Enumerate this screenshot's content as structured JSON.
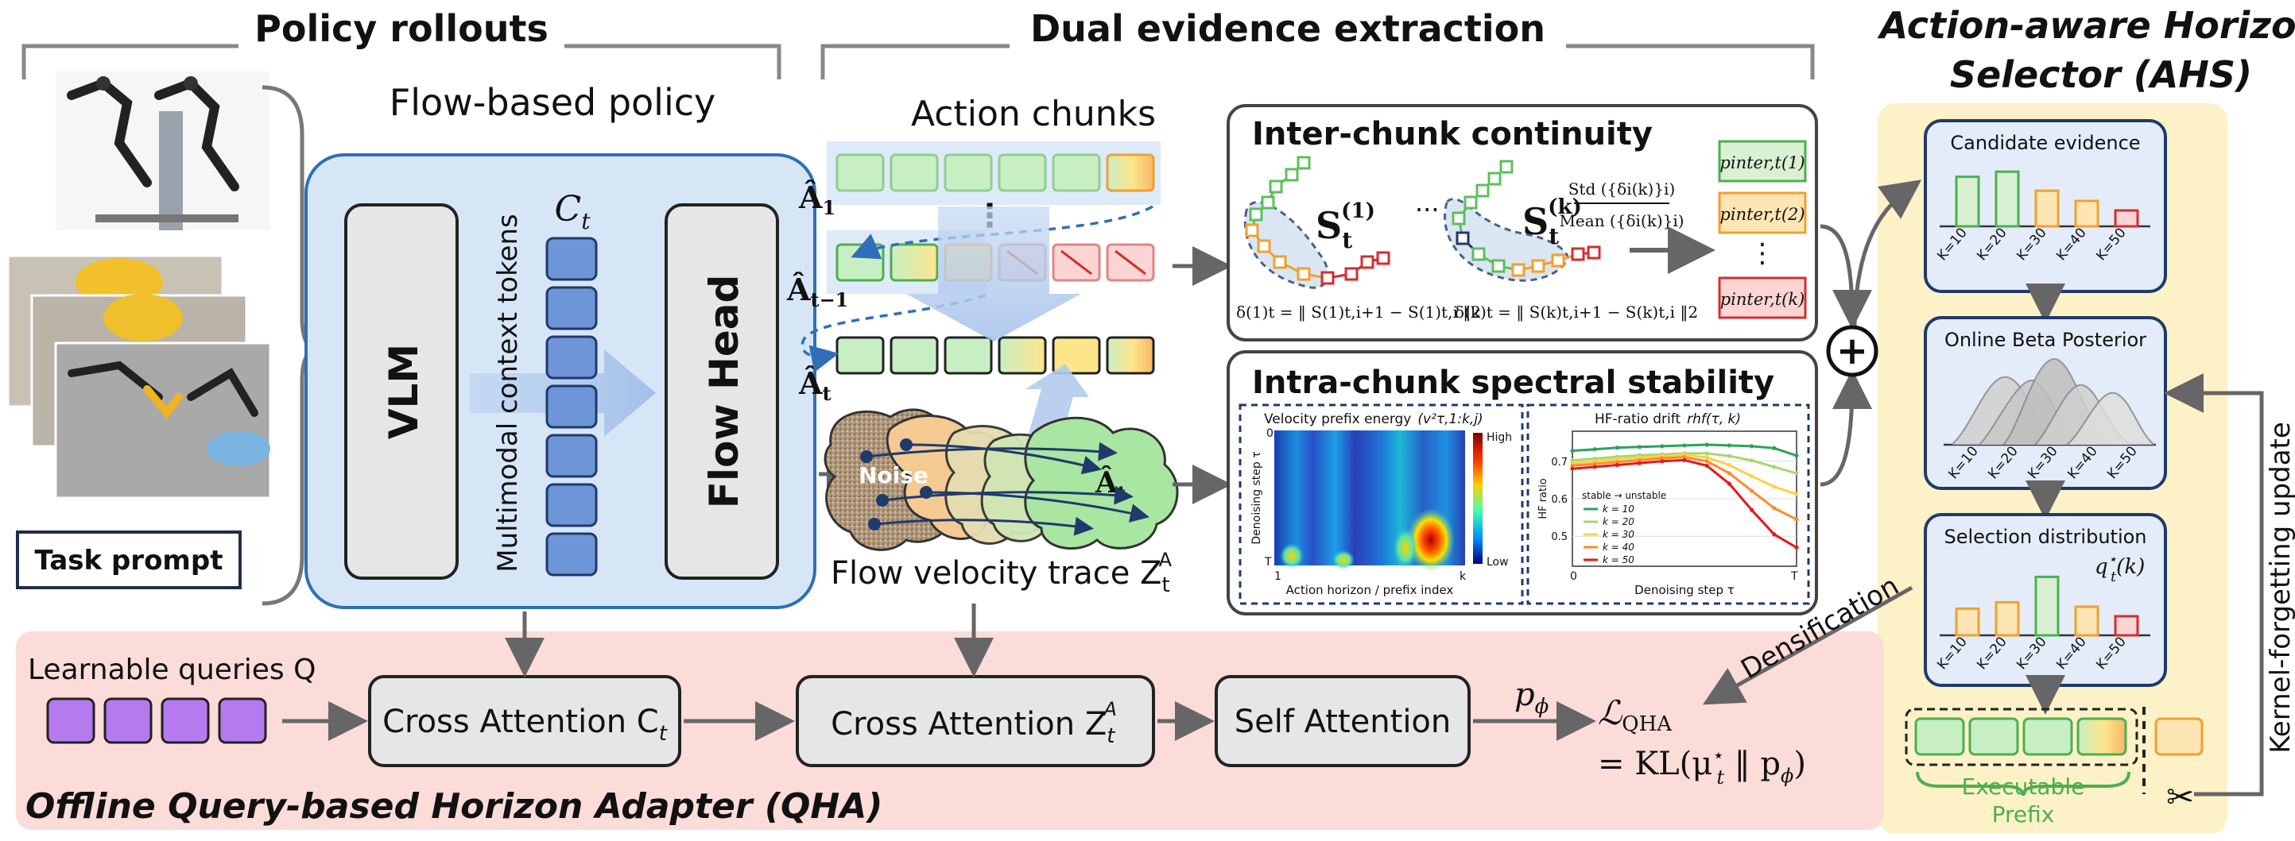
{
  "sections": {
    "policy": "Policy rollouts",
    "dual": "Dual evidence extraction",
    "ahs_line1": "Action-aware Horizon",
    "ahs_line2": "Selector (AHS)",
    "qha": "Offline Query-based Horizon Adapter (QHA)"
  },
  "policy": {
    "flow_based_title": "Flow-based policy",
    "vlm": "VLM",
    "flow_head": "Flow Head",
    "context_symbol": "C",
    "context_sub": "t",
    "tokens_label": "Multimodal context tokens",
    "task_prompt": "Task prompt"
  },
  "chunks": {
    "title": "Action chunks",
    "label1": "Â",
    "label1_sub": "1",
    "label2": "Â",
    "label2_sub": "t−1",
    "label3": "Â",
    "label3_sub": "t",
    "ellipsis": "⋮",
    "noise": "Noise",
    "target": "Â",
    "target_sub": "t",
    "trace_label": "Flow velocity trace Z",
    "trace_sub": "t",
    "trace_sup": "A"
  },
  "inter": {
    "title": "Inter-chunk continuity",
    "s1": "S",
    "s1_sub": "t",
    "s1_sup": "(1)",
    "dots": "···",
    "sk": "S",
    "sk_sub": "t",
    "sk_sup": "(k)",
    "formula1": "δ(1)t = ‖ S(1)t,i+1 − S(1)t,i ‖2",
    "formulak": "δ(k)t = ‖ S(k)t,i+1 − S(k)t,i ‖2",
    "ratio_num": "Std ({δi(k)}i)",
    "ratio_den": "Mean ({δi(k)}i)",
    "p1": "pinter,t(1)",
    "p2": "pinter,t(2)",
    "pk": "pinter,t(k)",
    "vdots": "⋮"
  },
  "intra": {
    "title": "Intra-chunk spectral stability",
    "heat_title": "Velocity prefix energy",
    "heat_title_sym": "(v²τ,1:k,j)",
    "heat_ylabel": "Denoising step τ",
    "heat_xlabel": "Action horizon / prefix index",
    "heat_x0": "1",
    "heat_x1": "k",
    "heat_y0": "0",
    "heat_y1": "T",
    "cbar_high": "High",
    "cbar_low": "Low",
    "hf_title": "HF-ratio drift",
    "hf_title_sym": "rhf(τ, k)",
    "hf_ylabel": "HF ratio",
    "hf_xlabel": "Denoising step τ",
    "hf_x0": "0",
    "hf_x1": "T",
    "hf_legend_head": "stable → unstable"
  },
  "hf_chart": {
    "chart_data": {
      "type": "line",
      "title": "HF-ratio drift",
      "xlabel": "Denoising step τ",
      "ylabel": "HF ratio",
      "x": [
        0,
        1,
        2,
        3,
        4,
        5,
        6,
        7,
        8,
        9,
        10
      ],
      "ylim": [
        0.42,
        0.78
      ],
      "yticks": [
        0.5,
        0.6,
        0.7
      ],
      "series": [
        {
          "name": "k = 10",
          "color": "#2ca25f",
          "values": [
            0.728,
            0.732,
            0.736,
            0.738,
            0.74,
            0.742,
            0.744,
            0.742,
            0.74,
            0.735,
            0.715
          ]
        },
        {
          "name": "k = 20",
          "color": "#a6d96a",
          "values": [
            0.702,
            0.707,
            0.712,
            0.716,
            0.718,
            0.721,
            0.721,
            0.714,
            0.702,
            0.685,
            0.668
          ]
        },
        {
          "name": "k = 30",
          "color": "#fdd049",
          "values": [
            0.694,
            0.7,
            0.705,
            0.71,
            0.714,
            0.717,
            0.71,
            0.69,
            0.66,
            0.632,
            0.612
          ]
        },
        {
          "name": "k = 40",
          "color": "#f98d2b",
          "values": [
            0.688,
            0.693,
            0.698,
            0.703,
            0.708,
            0.711,
            0.7,
            0.668,
            0.621,
            0.575,
            0.545
          ]
        },
        {
          "name": "k = 50",
          "color": "#e31a1c",
          "values": [
            0.68,
            0.685,
            0.69,
            0.695,
            0.7,
            0.703,
            0.688,
            0.64,
            0.57,
            0.505,
            0.47
          ]
        }
      ]
    }
  },
  "ahs": {
    "candidate_title": "Candidate evidence",
    "posterior_title": "Online Beta Posterior",
    "selection_title": "Selection distribution",
    "q_label": "q",
    "q_sup": "⋆",
    "q_sub": "t",
    "q_arg": "(k)",
    "categories": [
      "K=10",
      "K=20",
      "K=30",
      "K=40",
      "K=50"
    ],
    "candidate_chart": {
      "chart_data": {
        "type": "bar",
        "categories": [
          "K=10",
          "K=20",
          "K=30",
          "K=40",
          "K=50"
        ],
        "values": [
          0.78,
          0.86,
          0.56,
          0.4,
          0.25
        ],
        "ylim": [
          0,
          1
        ],
        "colors": [
          "#d9f0d3",
          "#d9f0d3",
          "#fde5b4",
          "#fde5b4",
          "#fbd5d3"
        ],
        "edge_colors": [
          "#4caf50",
          "#4caf50",
          "#f0a030",
          "#f0a030",
          "#d32f2f"
        ]
      }
    },
    "selection_chart": {
      "chart_data": {
        "type": "bar",
        "categories": [
          "K=10",
          "K=20",
          "K=30",
          "K=40",
          "K=50"
        ],
        "values": [
          0.42,
          0.52,
          0.92,
          0.45,
          0.3
        ],
        "ylim": [
          0,
          1
        ],
        "colors": [
          "#fde5b4",
          "#fde5b4",
          "#d9f0d3",
          "#fde5b4",
          "#fbd5d3"
        ],
        "edge_colors": [
          "#f0a030",
          "#f0a030",
          "#4caf50",
          "#f0a030",
          "#d32f2f"
        ]
      }
    },
    "exec_label_line1": "Executable",
    "exec_label_line2": "Prefix",
    "scissors": "✂",
    "kernel_label": "Kernel-forgetting update",
    "densification": "Densification",
    "plus": "+"
  },
  "qha": {
    "queries_label": "Learnable queries Q",
    "cross1": "Cross Attention C",
    "cross1_sub": "t",
    "cross2": "Cross Attention Z",
    "cross2_sub": "t",
    "cross2_sup": "A",
    "self_attn": "Self Attention",
    "p_phi": "p",
    "p_phi_sub": "ϕ",
    "loss": "ℒ",
    "loss_sub": "QHA",
    "loss_eq": "= KL(μ",
    "loss_eq_sup": "⋆",
    "loss_eq_sub": "t",
    "loss_eq_tail": " ‖ p",
    "loss_eq_tail_sub": "ϕ",
    "loss_close": ")"
  },
  "colors": {
    "green": "#7bd47b",
    "green_fill": "#c8eec4",
    "yellow": "#f5d76e",
    "orange": "#f0a030",
    "red": "#d32f2f",
    "red_fill": "#fbd5d3",
    "blue_panel": "#d7e6f7",
    "blue_border": "#2f6fb7",
    "token": "#6d95d8",
    "purple": "#b57bee",
    "pink_panel": "#fbdcd9",
    "yellow_panel": "#fdf1c7",
    "gray_box": "#e6e6e6"
  }
}
